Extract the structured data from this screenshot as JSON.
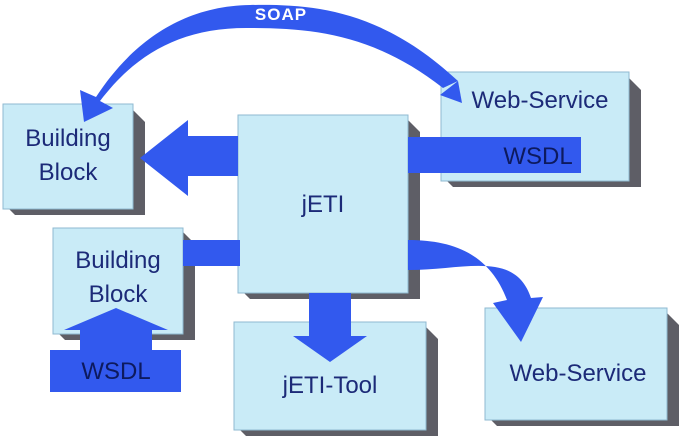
{
  "diagram": {
    "soap_label": "SOAP",
    "center_label": "jETI",
    "building_block_1": [
      "Building",
      "Block"
    ],
    "building_block_2": [
      "Building",
      "Block"
    ],
    "web_service_top": "Web-Service",
    "web_service_bottom": "Web-Service",
    "wsdl_top": "WSDL",
    "wsdl_left": "WSDL",
    "tool_label": "jETI-Tool"
  },
  "colors": {
    "box_fill": "#c9ebf7",
    "box_shadow": "#5e5e66",
    "arrow": "#3259ee",
    "text": "#1c2a78"
  }
}
